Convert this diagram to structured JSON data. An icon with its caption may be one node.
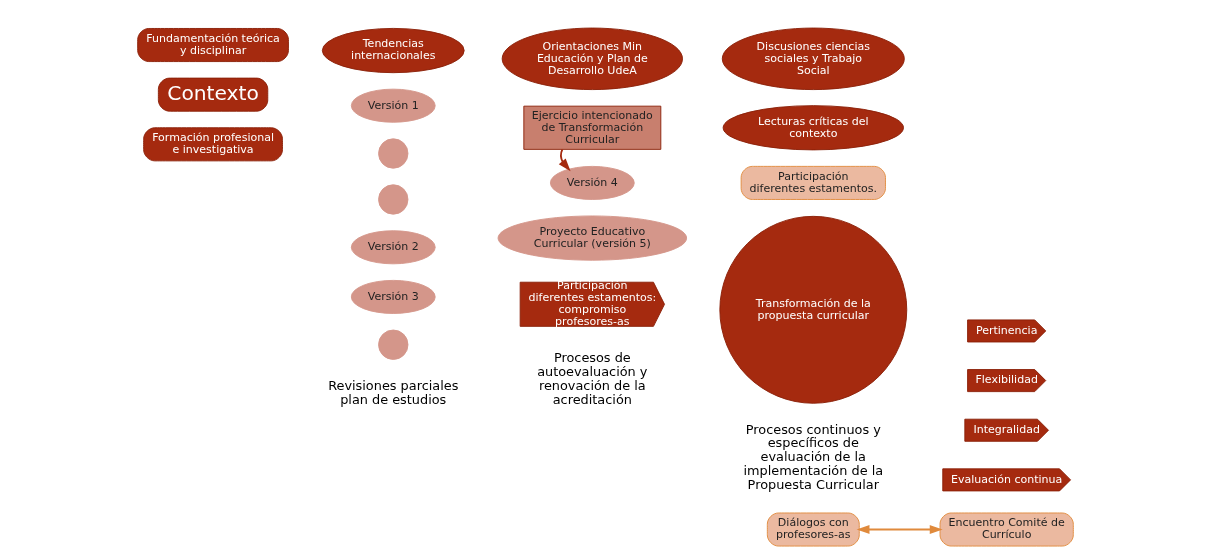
{
  "diagram": {
    "nodes": [
      {
        "text": [
          "Fundamentación teórica y disciplinar"
        ]
      },
      {
        "text": [
          "Contexto"
        ]
      },
      {
        "text": [
          "Formación profesional e investigativa"
        ]
      },
      {
        "text": [],
        "shape": "circle"
      },
      {
        "text": [
          "Versión 1"
        ]
      },
      {
        "text": [],
        "shape": "circle"
      },
      {
        "text": [
          "Versión 2"
        ]
      },
      {
        "text": [
          "Versión 3"
        ]
      },
      {
        "text": [],
        "shape": "circle"
      },
      {
        "text": [
          "Tendencias internacionales"
        ]
      },
      {
        "text": [
          "Orientaciones Min Educación y Plan de Desarrollo UdeA"
        ]
      },
      {
        "text": [
          "Discusiones ciencias sociales y Trabajo Social"
        ]
      },
      {
        "text": [
          "Lecturas críticas del contexto"
        ]
      },
      {
        "text": [
          "Ejercicio intencionado de Transformación Curricular"
        ]
      },
      {
        "text": [
          "Versión 4"
        ]
      },
      {
        "text": [
          "Proyecto Educativo Curricular (versión 5)"
        ]
      },
      {
        "text": [
          "Participación diferentes estamentos: compromiso profesores-as"
        ]
      },
      {
        "text": [
          "Participación diferentes estamentos."
        ]
      },
      {
        "text": [
          "Transformación de la propuesta curricular"
        ]
      },
      {
        "text": [
          "Pertinencia"
        ]
      },
      {
        "text": [
          "Flexibilidad"
        ]
      },
      {
        "text": [
          "Integralidad"
        ]
      },
      {
        "text": [
          "Evaluación continua"
        ]
      },
      {
        "text": [
          "Diálogos con profesores-as"
        ]
      },
      {
        "text": [
          "Encuentro Comité de Currículo"
        ]
      }
    ],
    "edges": [
      {
        "from": 13,
        "to": 14,
        "arrow": "to"
      },
      {
        "from": 23,
        "to": 24,
        "arrow": "both",
        "color": "#e08a3c"
      }
    ],
    "labels": [
      "Revisiones parciales plan de estudios",
      "Procesos de autoevaluación y renovación de la acreditación",
      "Procesos continuos y específicos de evaluación de la implementación de la Propuesta Curricular"
    ]
  }
}
